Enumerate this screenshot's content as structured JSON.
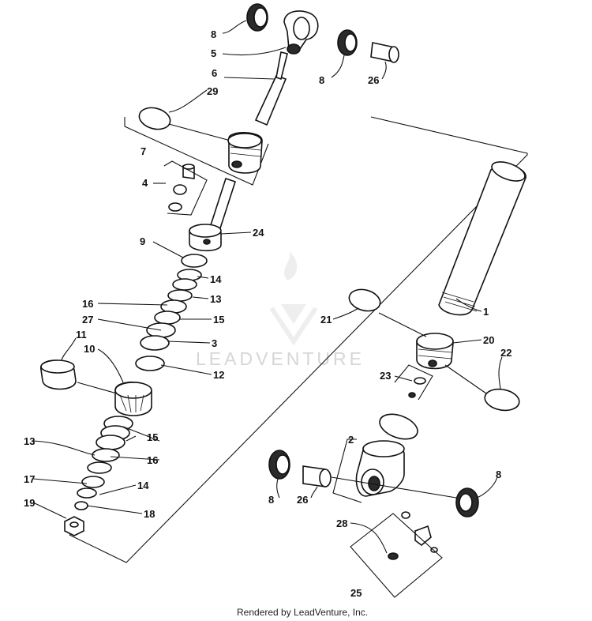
{
  "diagram": {
    "callouts": [
      {
        "id": "c8a",
        "label": "8"
      },
      {
        "id": "c5",
        "label": "5"
      },
      {
        "id": "c8b",
        "label": "8"
      },
      {
        "id": "c26a",
        "label": "26"
      },
      {
        "id": "c6",
        "label": "6"
      },
      {
        "id": "c29",
        "label": "29"
      },
      {
        "id": "c7",
        "label": "7"
      },
      {
        "id": "c4",
        "label": "4"
      },
      {
        "id": "c24",
        "label": "24"
      },
      {
        "id": "c9",
        "label": "9"
      },
      {
        "id": "c14a",
        "label": "14"
      },
      {
        "id": "c13a",
        "label": "13"
      },
      {
        "id": "c16a",
        "label": "16"
      },
      {
        "id": "c15a",
        "label": "15"
      },
      {
        "id": "c27",
        "label": "27"
      },
      {
        "id": "c3",
        "label": "3"
      },
      {
        "id": "c11",
        "label": "11"
      },
      {
        "id": "c10",
        "label": "10"
      },
      {
        "id": "c12",
        "label": "12"
      },
      {
        "id": "c15b",
        "label": "15"
      },
      {
        "id": "c13b",
        "label": "13"
      },
      {
        "id": "c16b",
        "label": "16"
      },
      {
        "id": "c17",
        "label": "17"
      },
      {
        "id": "c14b",
        "label": "14"
      },
      {
        "id": "c19",
        "label": "19"
      },
      {
        "id": "c18",
        "label": "18"
      },
      {
        "id": "c1",
        "label": "1"
      },
      {
        "id": "c21",
        "label": "21"
      },
      {
        "id": "c20",
        "label": "20"
      },
      {
        "id": "c22",
        "label": "22"
      },
      {
        "id": "c23",
        "label": "23"
      },
      {
        "id": "c2",
        "label": "2"
      },
      {
        "id": "c8c",
        "label": "8"
      },
      {
        "id": "c26b",
        "label": "26"
      },
      {
        "id": "c8d",
        "label": "8"
      },
      {
        "id": "c28",
        "label": "28"
      },
      {
        "id": "c25",
        "label": "25"
      }
    ],
    "watermark": "LEADVENTURE",
    "footer": "Rendered by LeadVenture, Inc."
  }
}
